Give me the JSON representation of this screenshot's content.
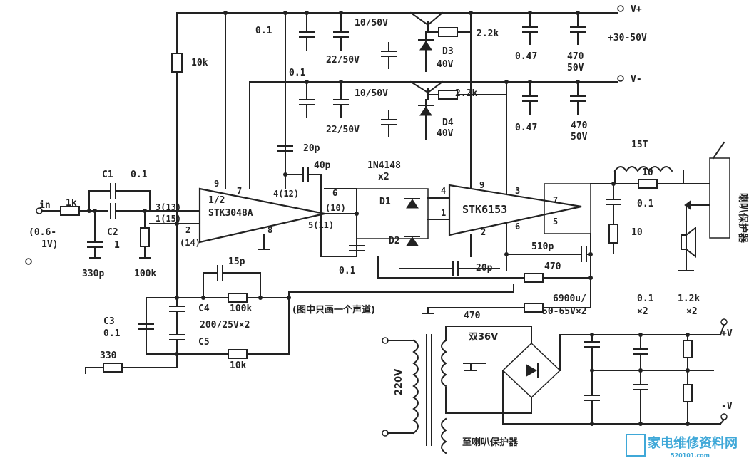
{
  "supply": {
    "vplus": "V+",
    "vminus": "V-",
    "range": "+30-50V",
    "c_01_top": "0.1",
    "c_01_mid": "0.1",
    "c_10_50_top": "10/50V",
    "c_10_50_mid": "10/50V",
    "c_22_50_top": "22/50V",
    "c_22_50_mid": "22/50V",
    "d3": "D3",
    "d3v": "40V",
    "d4": "D4",
    "d4v": "40V",
    "r22k_top": "2.2k",
    "r22k_mid": "2.2k",
    "c047_top": "0.47",
    "c047_mid": "0.47",
    "c470_top": "470",
    "c470_top_v": "50V",
    "c470_mid": "470",
    "c470_mid_v": "50V"
  },
  "input": {
    "in": "in",
    "r1k": "1k",
    "range": "(0.6-",
    "range2": "1V)",
    "c1": "C1",
    "c1v": "0.1",
    "c2": "C2",
    "c2v": "1",
    "c330p": "330p",
    "r100k": "100k",
    "r10k": "10k",
    "c20p": "20p",
    "c40p": "40p"
  },
  "pre": {
    "label1": "1/2",
    "label2": "STK3048A",
    "p3": "3(13)",
    "p1": "1(15)",
    "p2": "2",
    "p14": "(14)",
    "p9": "9",
    "p7": "7",
    "p4": "4(12)",
    "p6": "6",
    "p10": "(10)",
    "p5": "5(11)",
    "p8": "8"
  },
  "diodes": {
    "name": "1N4148",
    "qty": "x2",
    "d1": "D1",
    "d2": "D2",
    "c01": "0.1"
  },
  "power": {
    "label": "STK6153",
    "p4": "4",
    "p1": "1",
    "p9": "9",
    "p3": "3",
    "p2": "2",
    "p6": "6",
    "p7": "7",
    "p5": "5",
    "c510p": "510p",
    "c20p": "20p",
    "r470a": "470",
    "r470b": "470"
  },
  "output": {
    "l15t": "15T",
    "r10": "10",
    "c01": "0.1",
    "r10b": "10",
    "protector": "喇叭保护器"
  },
  "feedback": {
    "c15p": "15p",
    "c3": "C3",
    "c3v": "0.1",
    "c4": "C4",
    "r100k": "100k",
    "c_200": "200/25V×2",
    "c5": "C5",
    "r330": "330",
    "r10k": "10k",
    "note": "(图中只画一个声道)"
  },
  "psu": {
    "v220": "220V",
    "dual": "双36V",
    "to_protector": "至喇叭保护器",
    "cap_big": "6900u/",
    "cap_big2": "50-65V×2",
    "cap01": "0.1",
    "cap01x": "×2",
    "r12k": "1.2k",
    "r12kx": "×2",
    "vplus": "+V",
    "vminus": "-V"
  },
  "watermark": {
    "site": "家电维修资料网",
    "url": "520101.com"
  }
}
